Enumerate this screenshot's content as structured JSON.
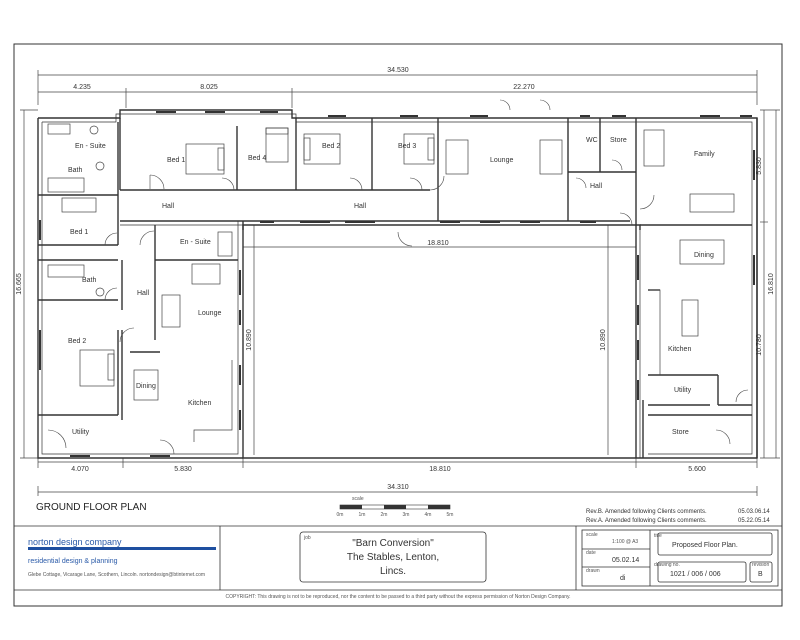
{
  "plan_title": "GROUND FLOOR PLAN",
  "dimensions": {
    "top_overall": "34.530",
    "top_segments": [
      "4.235",
      "8.025",
      "22.270"
    ],
    "inner_courtyard_width": "18.810",
    "left_height": "16.665",
    "right_height_outer": "16.810",
    "right_height_inner": "10.780",
    "right_wing_height": "5.830",
    "courtyard_left_height": "10.890",
    "courtyard_right_height": "10.890",
    "bottom_segments": [
      "4.070",
      "5.830",
      "18.810",
      "5.600"
    ],
    "bottom_overall": "34.310"
  },
  "rooms": {
    "ensuite_1": "En - Suite",
    "bath_1": "Bath",
    "bed1_top": "Bed 1",
    "bed4": "Bed 4",
    "bed2_top": "Bed 2",
    "bed3": "Bed 3",
    "lounge_top": "Lounge",
    "wc": "WC",
    "store_top": "Store",
    "family": "Family",
    "hall_a": "Hall",
    "hall_b": "Hall",
    "hall_c": "Hall",
    "bed1_left": "Bed 1",
    "ensuite_2": "En - Suite",
    "bath_2": "Bath",
    "hall_d": "Hall",
    "lounge_left": "Lounge",
    "bed2_left": "Bed 2",
    "dining_left": "Dining",
    "kitchen_left": "Kitchen",
    "utility_left": "Utility",
    "dining_right": "Dining",
    "kitchen_right": "Kitchen",
    "utility_right": "Utility",
    "store_right": "Store"
  },
  "scale_bar": {
    "title": "scale",
    "ticks": [
      "0m",
      "1m",
      "2m",
      "3m",
      "4m",
      "5m"
    ]
  },
  "revisions": [
    {
      "text": "Rev.B. Amended following Clients comments.",
      "date": "05.03.06.14"
    },
    {
      "text": "Rev.A. Amended following Clients comments.",
      "date": "05.22.05.14"
    }
  ],
  "title_block": {
    "company_name": "norton design company",
    "company_tagline": "residential design & planning",
    "company_address": "Glebe Cottage, Vicarage Lane, Scothern, Lincoln. nortondesign@btinternet.com",
    "job_label": "job",
    "project_line1": "\"Barn Conversion\"",
    "project_line2": "The Stables, Lenton,",
    "project_line3": "Lincs.",
    "scale_label": "scale",
    "scale_value": "1:100 @ A3",
    "date_label": "date",
    "date_value": "05.02.14",
    "drawn_label": "drawn",
    "drawn_value": "di",
    "title_label": "title",
    "drawing_title": "Proposed Floor Plan.",
    "drawing_no_label": "drawing no.",
    "drawing_no": "1021 / 006 / 006",
    "revision_label": "revision",
    "revision": "B",
    "copyright": "COPYRIGHT: This drawing is not to be reproduced, nor the content to be passed to a third party without the express permission of Norton Design Company."
  }
}
